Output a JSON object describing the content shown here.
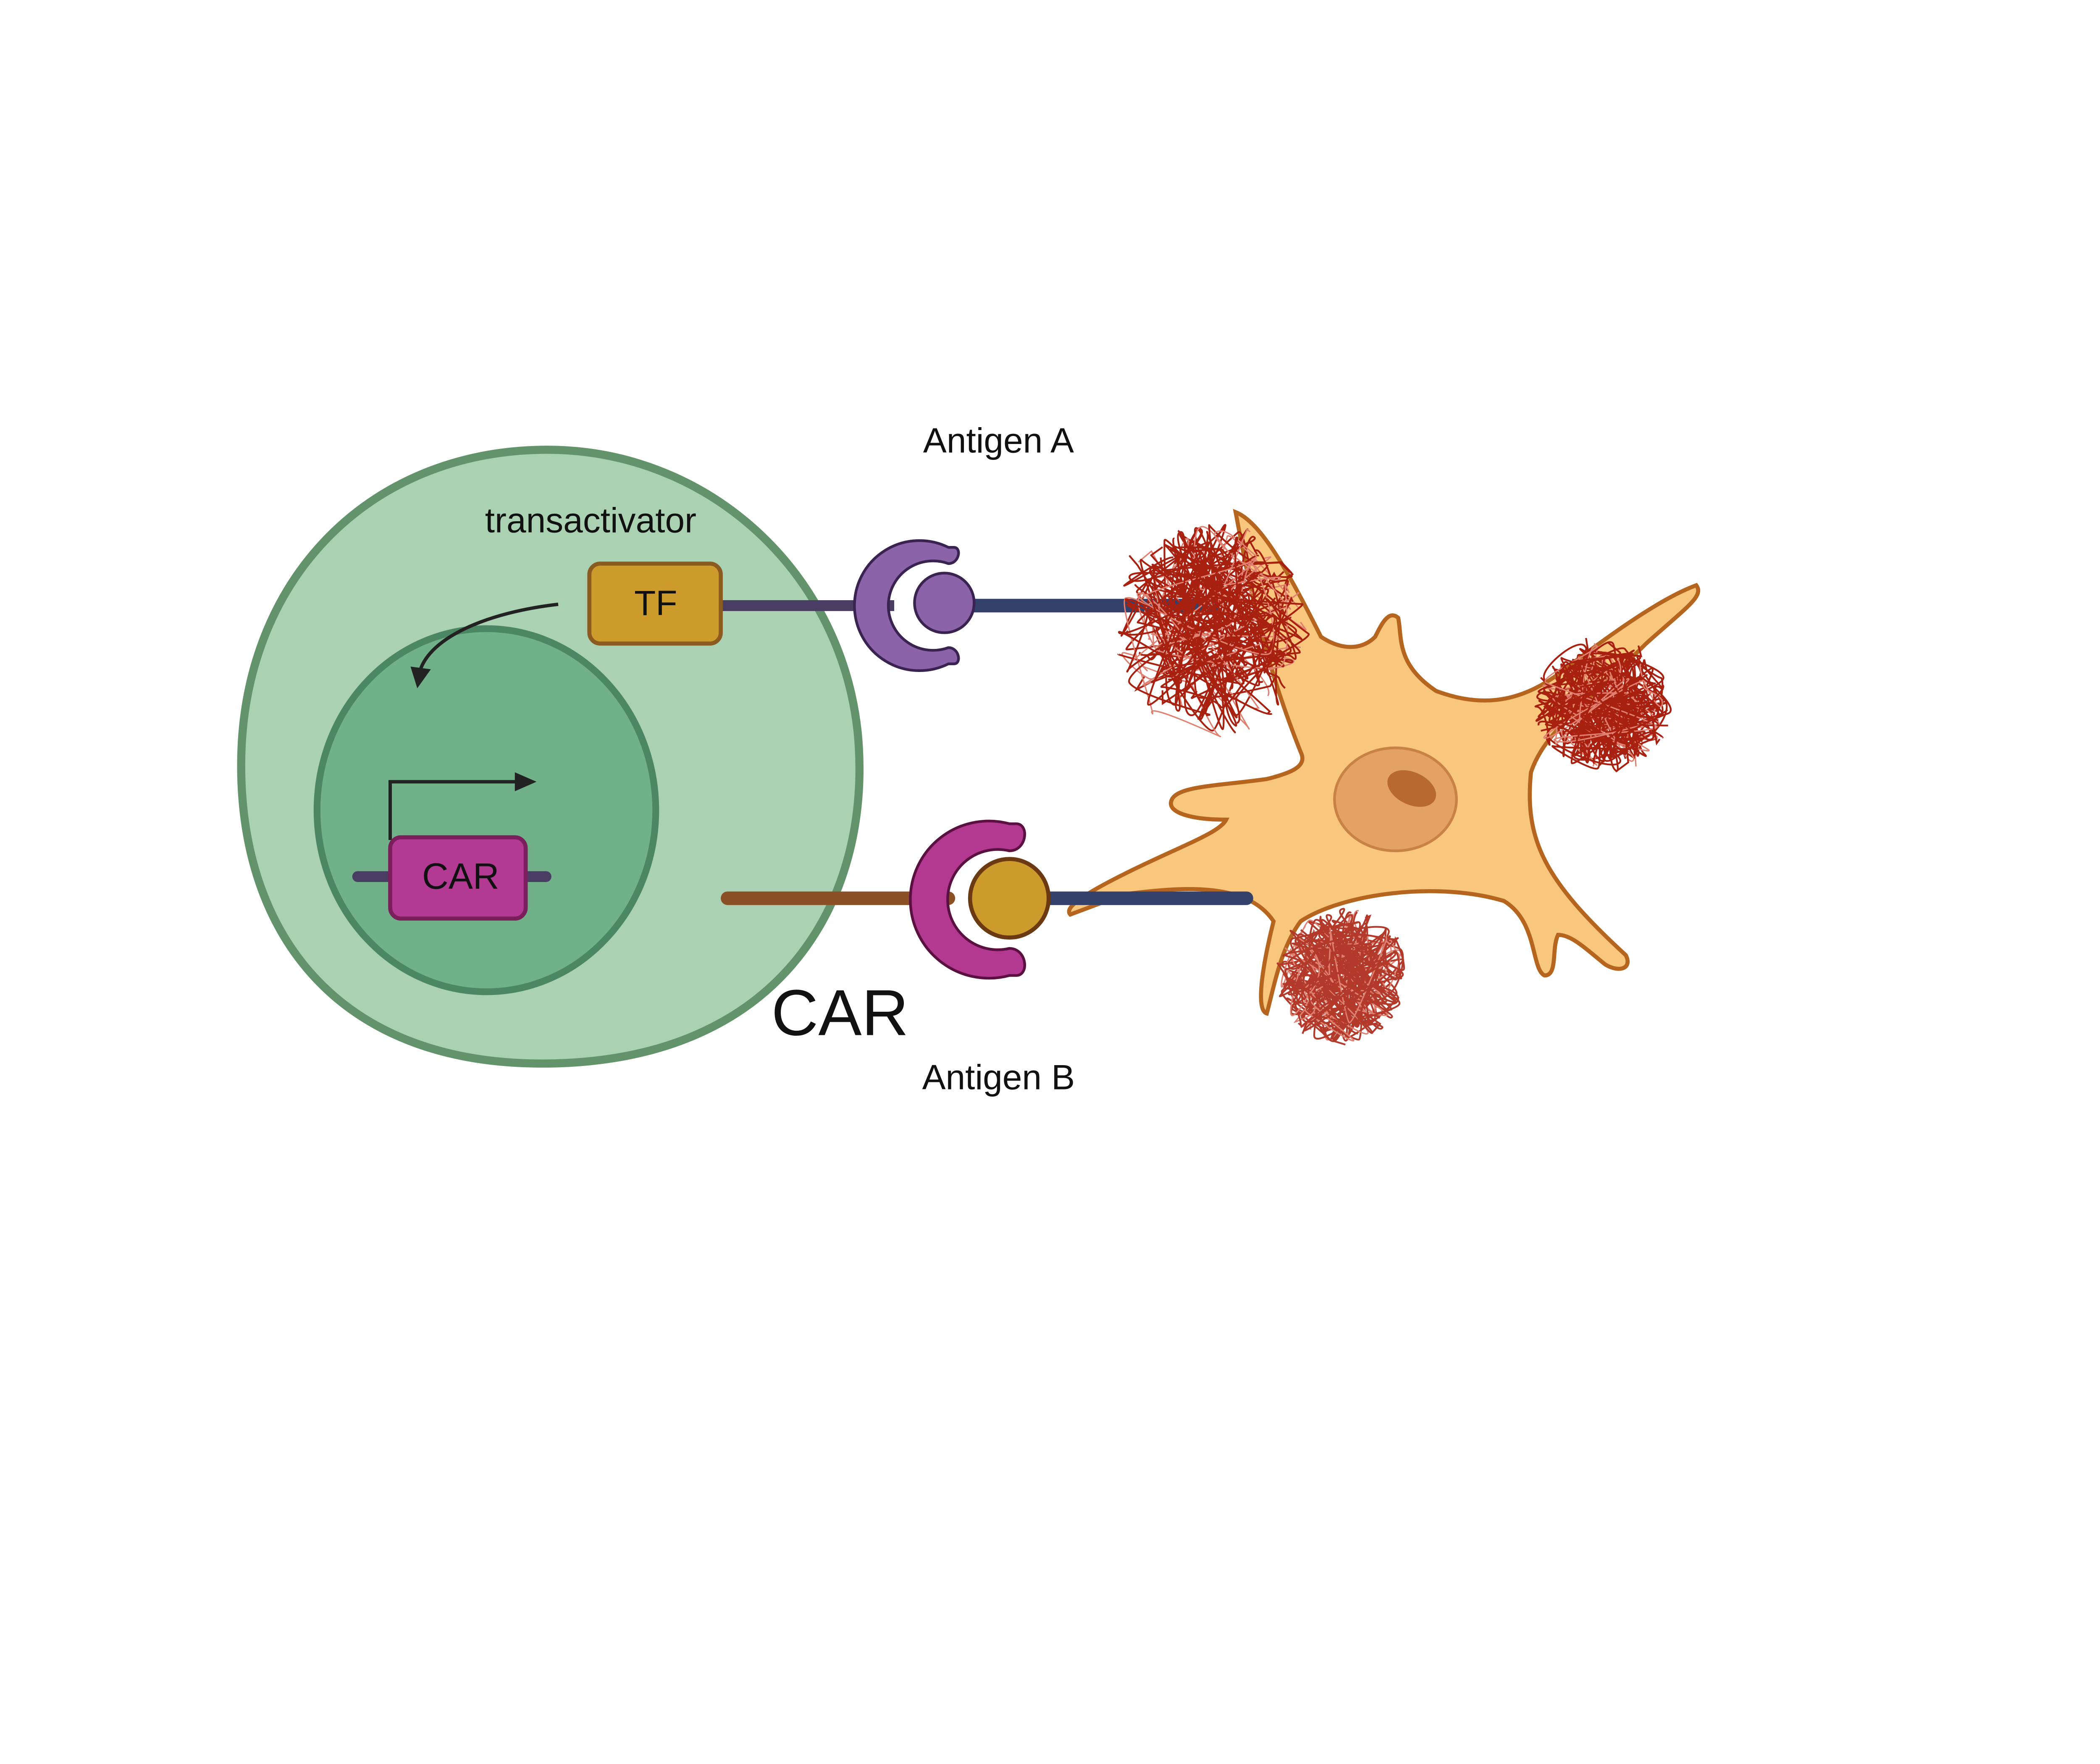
{
  "labels": {
    "antigen_a": "Antigen A",
    "antigen_b": "Antigen B",
    "transactivator": "transactivator",
    "tf": "TF",
    "car_gene": "CAR",
    "car_receptor": "CAR"
  },
  "colors": {
    "t_cell_fill": "#abd1b3",
    "t_cell_stroke": "#62936a",
    "nucleus_fill": "#70b189",
    "nucleus_stroke": "#4a8762",
    "tf_fill": "#cd9a2c",
    "car_fill": "#b33a92",
    "receptor_a": "#8b63a9",
    "receptor_b": "#b3388f",
    "neuron_fill": "#f9c67e",
    "neuron_stroke": "#b5651d",
    "tangle": "#a8200f"
  }
}
